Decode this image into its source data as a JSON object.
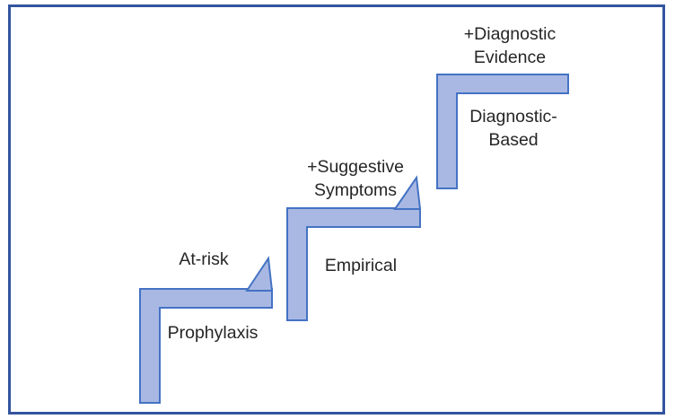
{
  "colors": {
    "background": "#ffffff",
    "frame": "#33549f",
    "step_fill": "#a9b8e3",
    "step_stroke": "#4472c4",
    "text": "#262626"
  },
  "steps": [
    {
      "id": "prophylaxis",
      "annotation": "At-risk",
      "label": "Prophylaxis"
    },
    {
      "id": "empirical",
      "annotation": "+Suggestive\nSymptoms",
      "label": "Empirical"
    },
    {
      "id": "diagnostic-based",
      "annotation": "+Diagnostic\nEvidence",
      "label": "Diagnostic-\nBased"
    }
  ]
}
